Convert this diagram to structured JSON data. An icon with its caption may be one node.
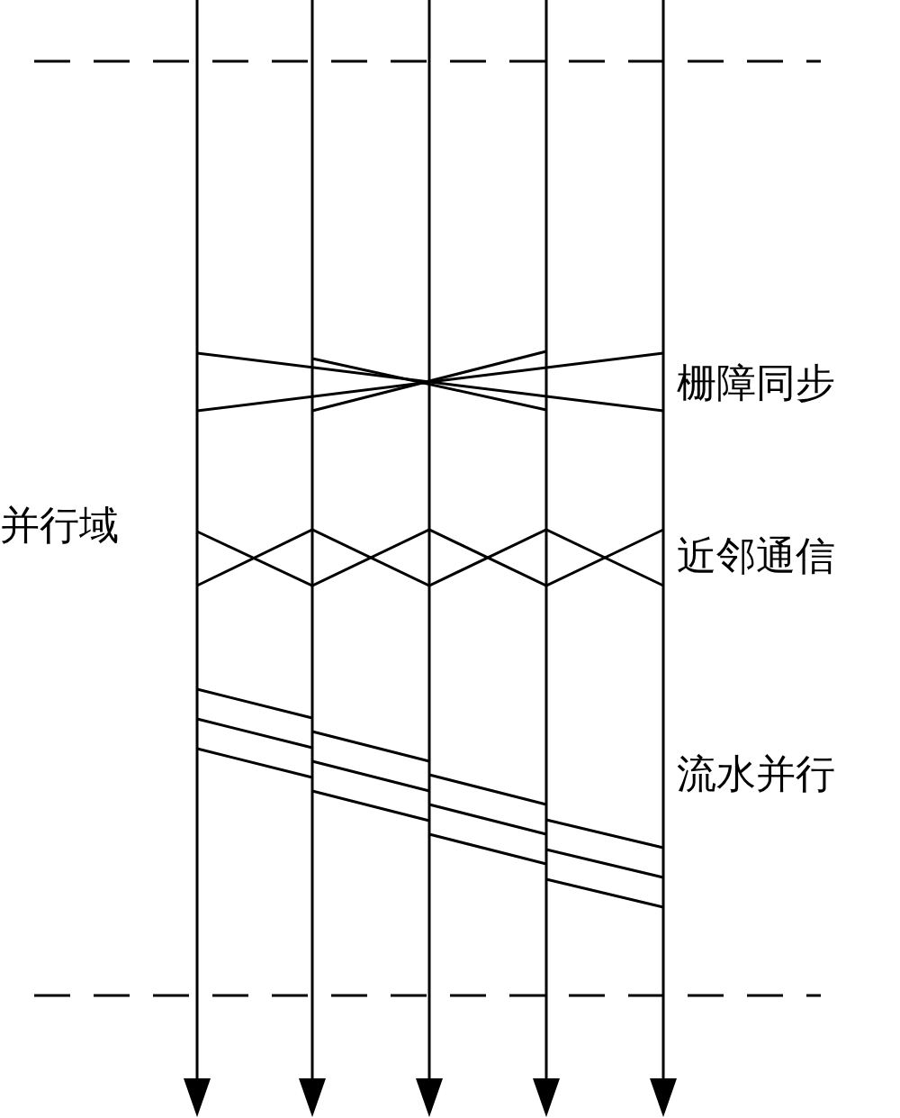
{
  "diagram": {
    "labels": [
      "栅障同步",
      "并行域",
      "近邻通信",
      "流水并行"
    ]
  }
}
